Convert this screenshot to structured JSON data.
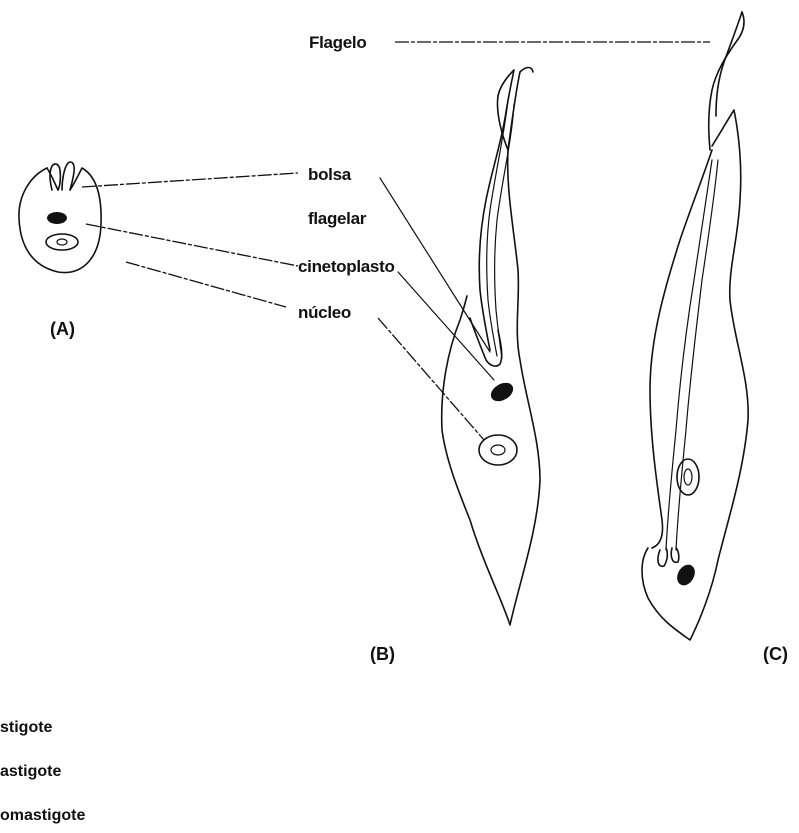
{
  "labels": {
    "flagelo": "Flagelo",
    "bolsa": "bolsa",
    "flagelar": "flagelar",
    "cinetoplasto": "cinetoplasto",
    "nucleo": "núcleo"
  },
  "panels": {
    "a": "(A)",
    "b": "(B)",
    "c": "(C)"
  },
  "legend": [
    "stigote",
    "astigote",
    "omastigote"
  ]
}
